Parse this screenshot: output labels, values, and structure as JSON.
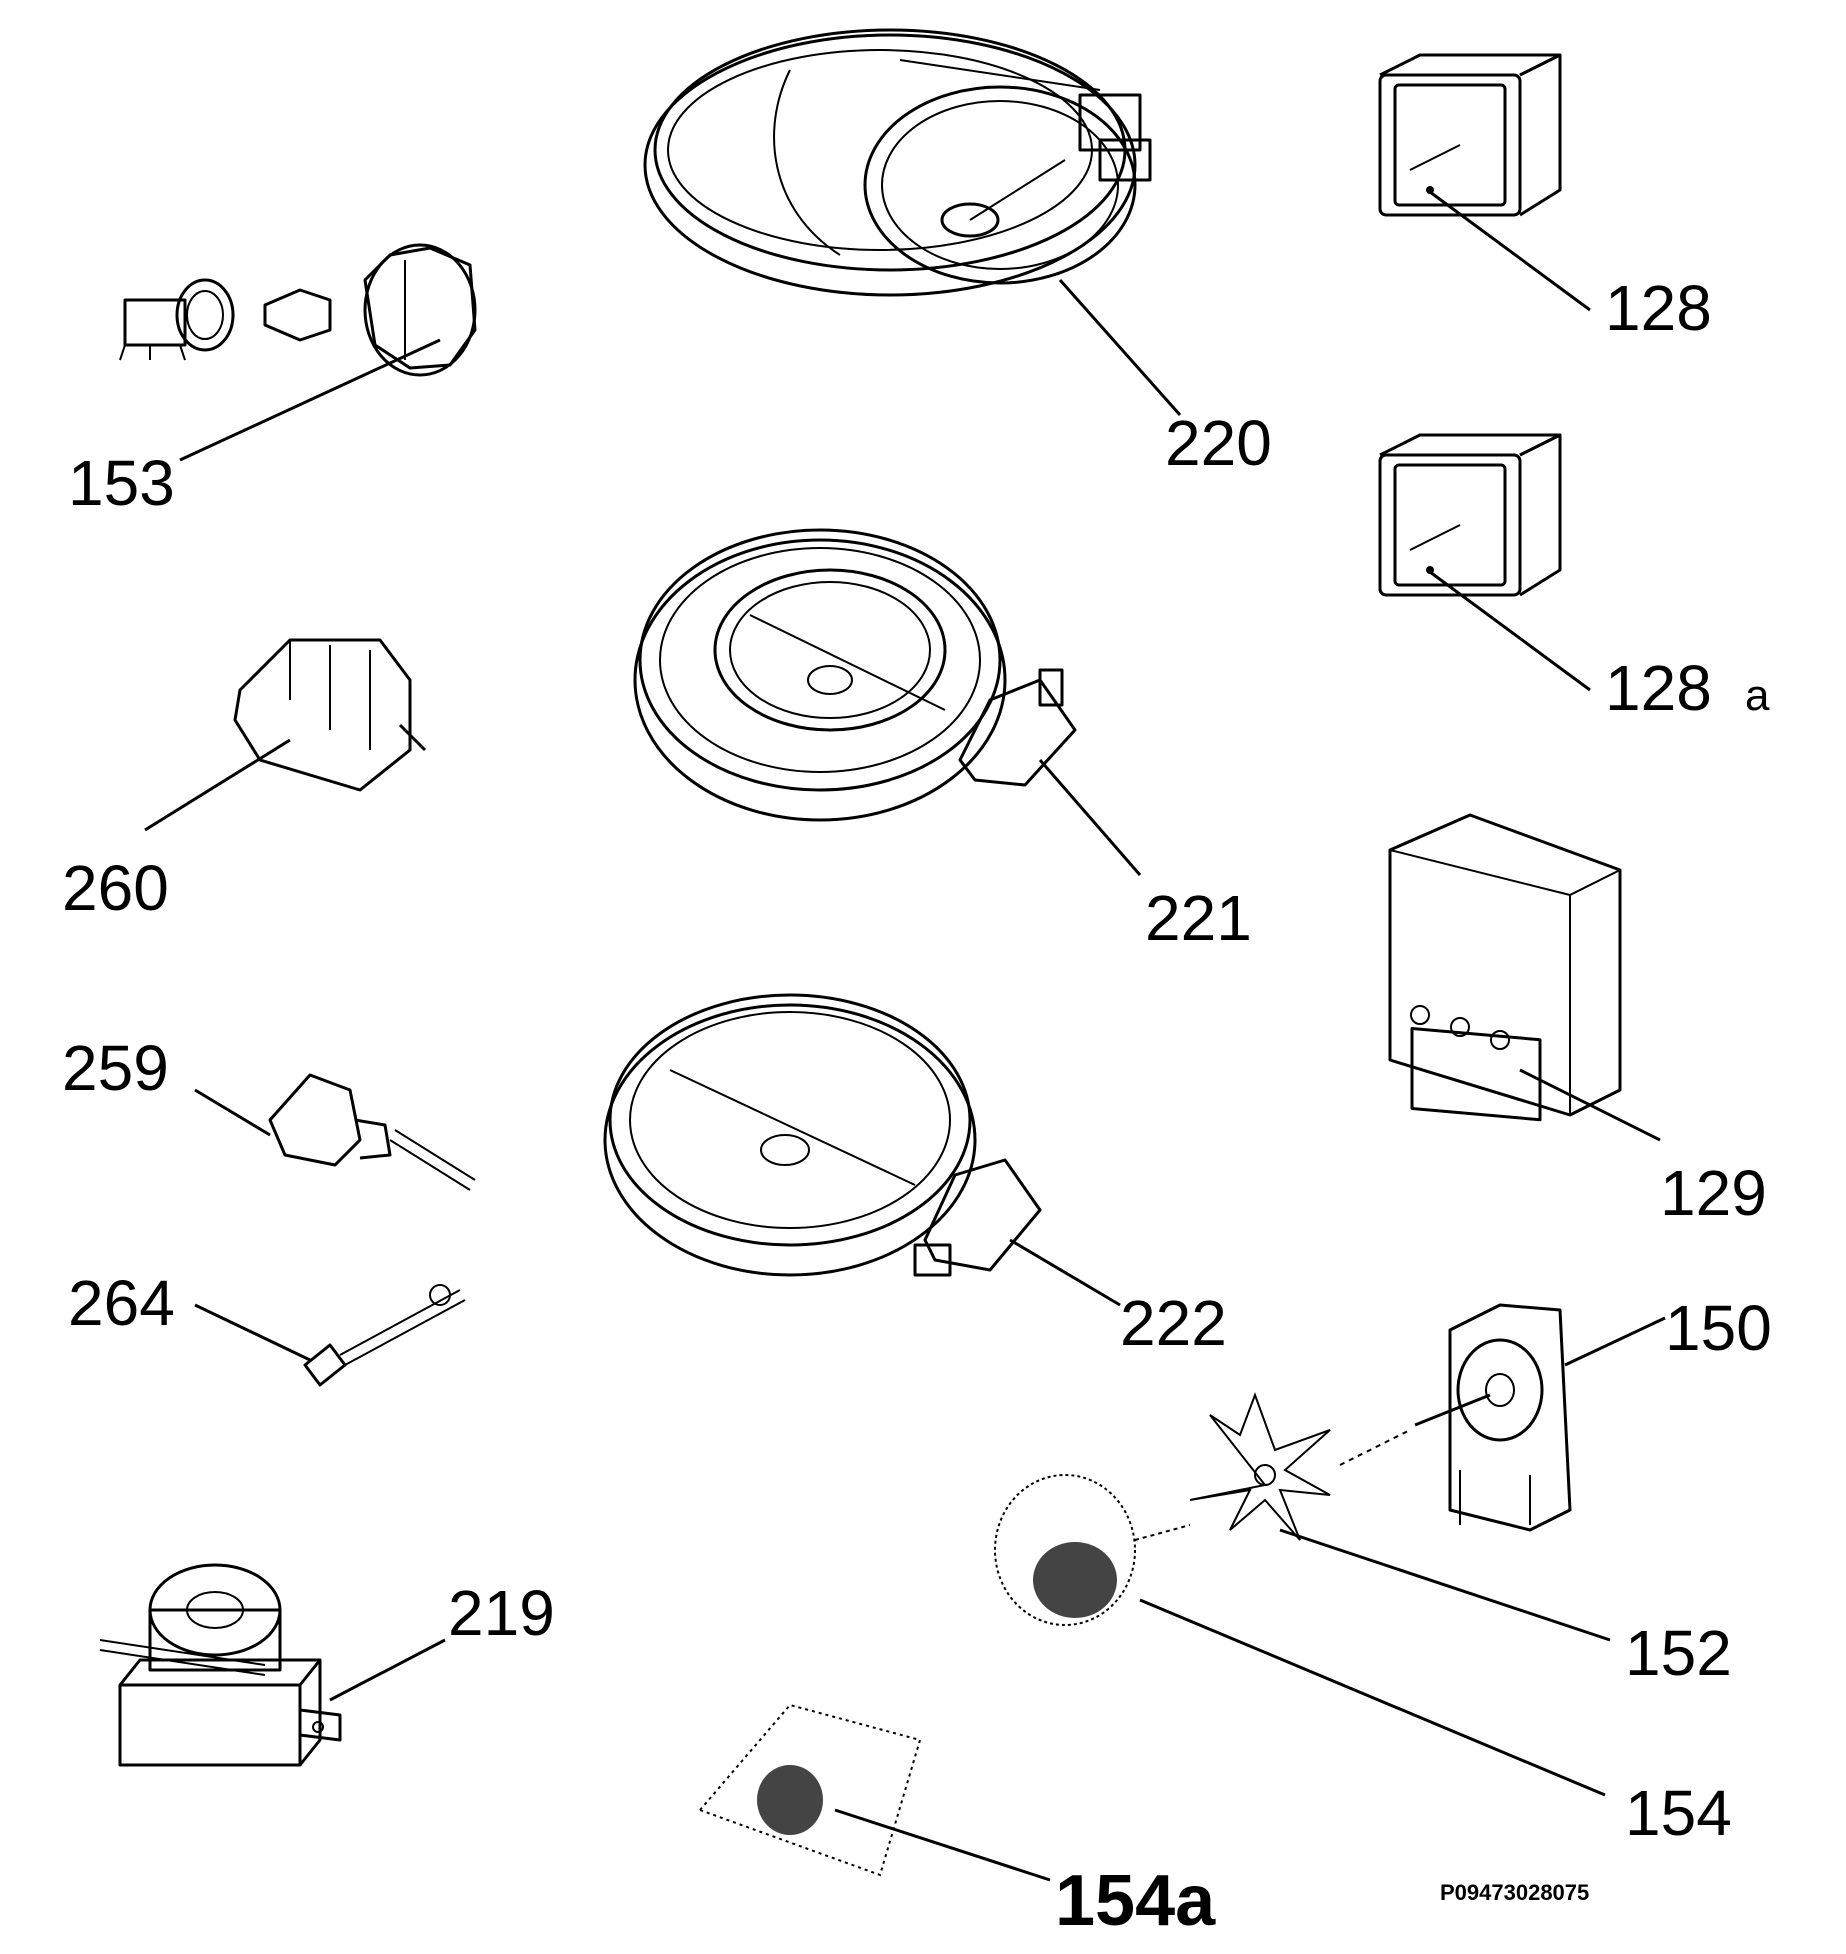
{
  "figure_code": "P09473028075",
  "callouts": {
    "c220": "220",
    "c153": "153",
    "c128": "128",
    "c128a_num": "128",
    "c128a_suffix": "a",
    "c260": "260",
    "c221": "221",
    "c259": "259",
    "c129": "129",
    "c264": "264",
    "c222": "222",
    "c150": "150",
    "c219": "219",
    "c152": "152",
    "c154": "154",
    "c154a": "154a"
  },
  "styles": {
    "line_color": "#000000",
    "background": "#ffffff"
  }
}
